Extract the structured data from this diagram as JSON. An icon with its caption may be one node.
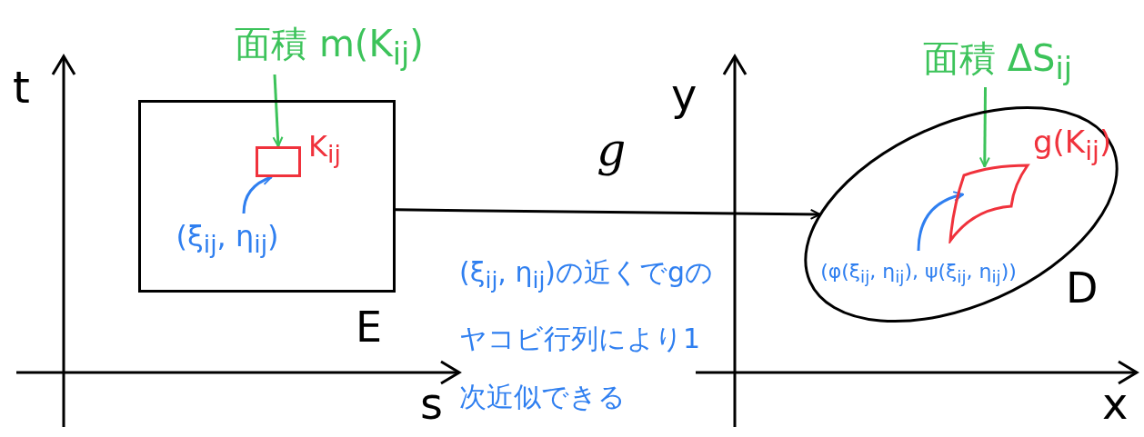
{
  "diagram": {
    "nodes": [
      {
        "text": [],
        "shape": "box",
        "beside": [
          "E"
        ]
      },
      {
        "text": [],
        "shape": "box",
        "beside": [
          "K$_{ij}$"
        ],
        "in": 0
      },
      {
        "text": [
          "面積 m(K$_{ij}$)"
        ]
      },
      {
        "text": [
          "(ξ$_{ij}$, η$_{ij}$)"
        ],
        "in": 0
      },
      {
        "text": [],
        "shape": "ellipse",
        "beside": [
          "D"
        ]
      },
      {
        "text": [],
        "shape": "quadrilateral",
        "beside": [
          "g(K$_{ij}$)"
        ],
        "in": 4
      },
      {
        "text": [
          "面積 ΔS$_{ij}$"
        ]
      },
      {
        "text": [
          "(φ(ξ$_{ij}$, η$_{ij}$), ψ(ξ$_{ij}$, η$_{ij}$))"
        ],
        "in": 4
      }
    ],
    "edges": [
      {
        "from": 2,
        "to": 1,
        "arrow": "to",
        "color": "#3cc35a"
      },
      {
        "from": 3,
        "to": 1,
        "arrow": "to",
        "color": "#2f7ff0"
      },
      {
        "from": 0,
        "to": 4,
        "arrow": "to",
        "label": "g",
        "color": "#000000"
      },
      {
        "from": 6,
        "to": 5,
        "arrow": "to",
        "color": "#3cc35a"
      },
      {
        "from": 7,
        "to": 5,
        "arrow": "to",
        "color": "#2f7ff0"
      }
    ],
    "labels": [
      "t",
      "s",
      "(ξ$_{ij}$, η$_{ij}$)の近くでgのヤコビ行列により1次近似できる",
      "y",
      "x"
    ]
  }
}
